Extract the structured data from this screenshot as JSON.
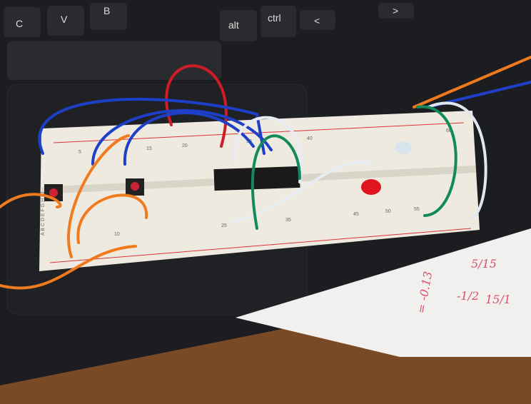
{
  "keyboard": {
    "keys": [
      "C",
      "V",
      "B",
      "alt",
      "ctrl",
      "<",
      ">"
    ]
  },
  "breadboard": {
    "column_numbers": [
      "5",
      "10",
      "15",
      "20",
      "25",
      "30",
      "35",
      "40",
      "45",
      "50",
      "55",
      "60"
    ],
    "row_letters": "A B C D E F G H I J"
  },
  "notes": {
    "lines": [
      "5/15",
      "15/1",
      "-1/2",
      "= -0.13"
    ]
  },
  "colors": {
    "laptop": "#1c1d20",
    "breadboard": "#efeae0",
    "desk": "#7a4a26",
    "paper": "#f1f0ee",
    "wire_blue": "#1e40c8",
    "wire_orange": "#f07a1e",
    "wire_red": "#d01c28",
    "wire_green": "#138a5a",
    "wire_white": "#e6ecf2"
  }
}
